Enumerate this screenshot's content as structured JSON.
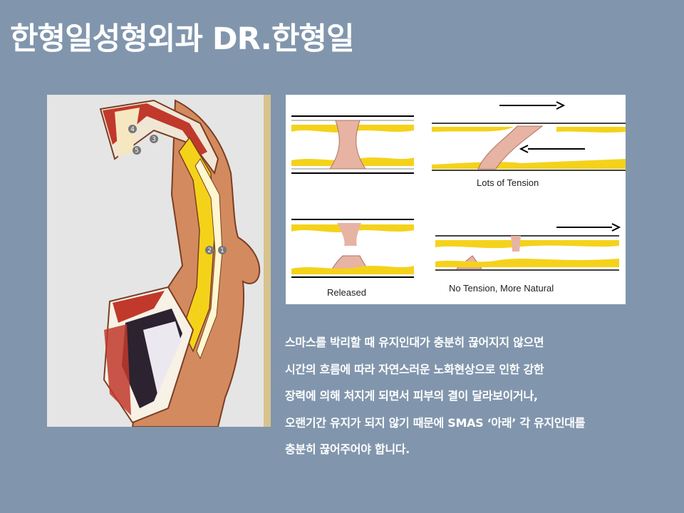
{
  "title": "한형일성형외과 DR.한형일",
  "diagram": {
    "captions": {
      "tension": "Lots of Tension",
      "released": "Released",
      "natural": "No Tension, More Natural"
    },
    "layer_labels": [
      "1",
      "2",
      "3",
      "4",
      "5"
    ]
  },
  "description": [
    "스마스를 박리할 때 유지인대가 충분히 끊어지지 않으면",
    "시간의 흐름에 따라 자연스러운 노화현상으로 인한 강한",
    "장력에 의해 처지게 되면서 피부의 결이 달라보이거나,",
    "오랜기간 유지가 되지 않기 때문에 SMAS ‘아래’ 각 유지인대를",
    "충분히 끊어주어야 합니다."
  ],
  "colors": {
    "background": "#8196ad",
    "fat_yellow": "#f5d21a",
    "ligament_pink": "#e7b3a3",
    "skin": "#d38a5f",
    "muscle_red": "#c0392b"
  }
}
